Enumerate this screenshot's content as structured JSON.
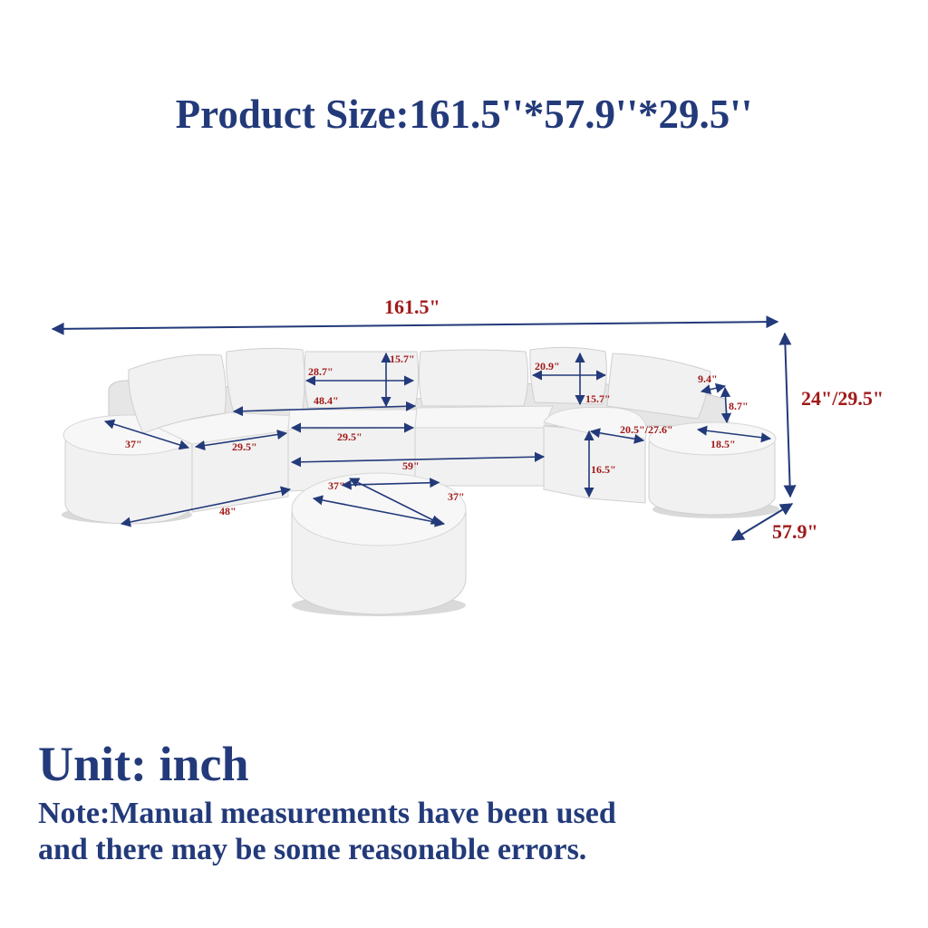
{
  "title": "Product Size:161.5''*57.9''*29.5''",
  "unit": "Unit: inch",
  "note_line1": "Note:Manual measurements have been used",
  "note_line2": "and there may be some reasonable errors.",
  "dimensions": {
    "overall_width": "161.5\"",
    "height": "24\"/29.5\"",
    "overall_depth": "57.9\"",
    "left_round_diameter": "37\"",
    "left_seat_width": "29.5\"",
    "left_base_length": "48\"",
    "left_pillow_width": "28.7\"",
    "left_pillow_height": "15.7\"",
    "left_back_length": "48.4\"",
    "middle_seat_depth": "29.5\"",
    "center_length": "59\"",
    "right_pillow_width": "20.9\"",
    "right_pillow_height": "15.7\"",
    "small_pillow_width": "9.4\"",
    "small_pillow_height": "8.7\"",
    "right_seat_depth": "20.5\"/27.6\"",
    "right_round_depth": "18.5\"",
    "seat_height": "16.5\"",
    "ottoman_diameter_a": "37\"",
    "ottoman_diameter_b": "37\""
  },
  "colors": {
    "text_navy": "#233a7a",
    "dimension_red": "#a11919",
    "fabric_white": "#f1f1f1"
  }
}
